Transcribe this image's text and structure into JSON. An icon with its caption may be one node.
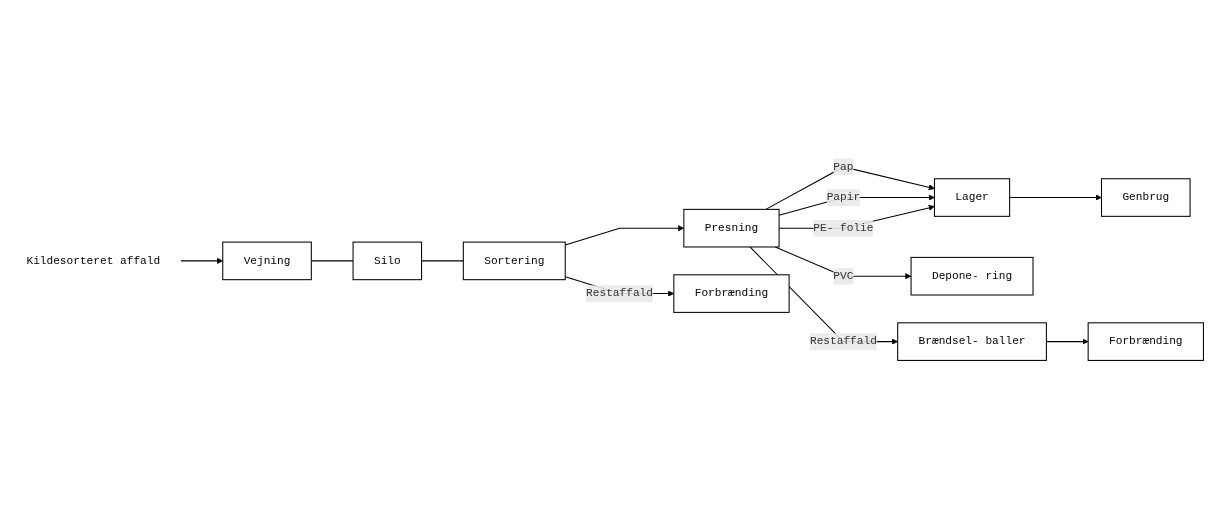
{
  "diagram": {
    "nodes": [
      {
        "text": [
          "Kildesorteret affald"
        ]
      },
      {
        "text": [
          "Vejning"
        ]
      },
      {
        "text": [
          "Silo"
        ]
      },
      {
        "text": [
          "Sortering"
        ]
      },
      {
        "text": [
          "Presning"
        ]
      },
      {
        "text": [
          "Forbrænding"
        ]
      },
      {
        "text": [
          "Lager"
        ]
      },
      {
        "text": [
          "Depone- ring"
        ]
      },
      {
        "text": [
          "Brændsel- baller"
        ]
      },
      {
        "text": [
          "Genbrug"
        ]
      },
      {
        "text": [
          "Forbrænding"
        ]
      }
    ],
    "edges": [
      {
        "from": 0,
        "to": 1,
        "arrow": "to"
      },
      {
        "from": 1,
        "to": 2,
        "arrow": "none"
      },
      {
        "from": 2,
        "to": 3,
        "arrow": "none"
      },
      {
        "from": 3,
        "to": 4,
        "arrow": "to"
      },
      {
        "from": 3,
        "to": 5,
        "arrow": "to",
        "label": "Restaffald"
      },
      {
        "from": 4,
        "to": 6,
        "arrow": "to",
        "label": "Pap"
      },
      {
        "from": 4,
        "to": 6,
        "arrow": "to",
        "label": "Papir"
      },
      {
        "from": 4,
        "to": 6,
        "arrow": "to",
        "label": "PE- folie"
      },
      {
        "from": 4,
        "to": 7,
        "arrow": "to",
        "label": "PVC"
      },
      {
        "from": 4,
        "to": 8,
        "arrow": "to",
        "label": "Restaffald"
      },
      {
        "from": 6,
        "to": 9,
        "arrow": "to"
      },
      {
        "from": 8,
        "to": 10,
        "arrow": "to"
      }
    ]
  }
}
